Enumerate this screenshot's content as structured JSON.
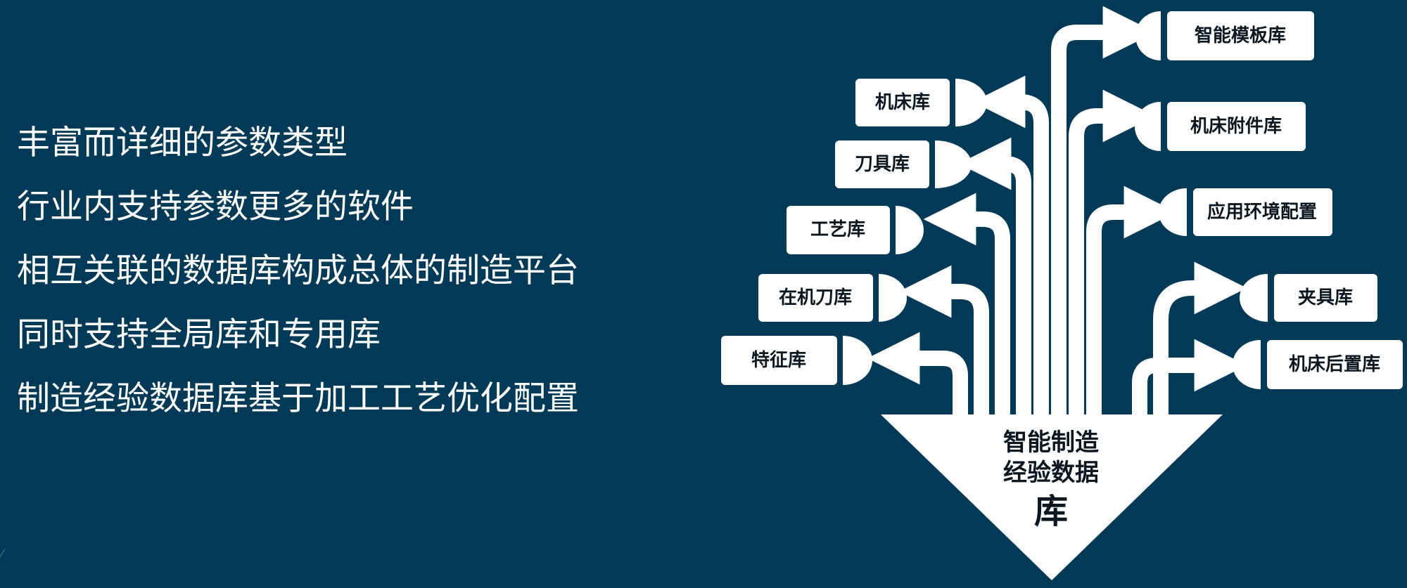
{
  "bullets": [
    "丰富而详细的参数类型",
    "行业内支持参数更多的软件",
    "相互关联的数据库构成总体的制造平台",
    "同时支持全局库和专用库",
    "制造经验数据库基于加工工艺优化配置"
  ],
  "diagram": {
    "center_lines": [
      "智能制造",
      "经验数据",
      "库"
    ],
    "libraries": {
      "template": "智能模板库",
      "machine": "机床库",
      "machine_accessory": "机床附件库",
      "tool": "刀具库",
      "environment": "应用环境配置",
      "process": "工艺库",
      "onmachine_tool": "在机刀库",
      "fixture": "夹具库",
      "feature": "特征库",
      "post_processor": "机床后置库"
    }
  },
  "colors": {
    "background": "#003a56",
    "text": "#ffffff",
    "shapes": "#ffffff",
    "label_text": "#0d1720"
  }
}
